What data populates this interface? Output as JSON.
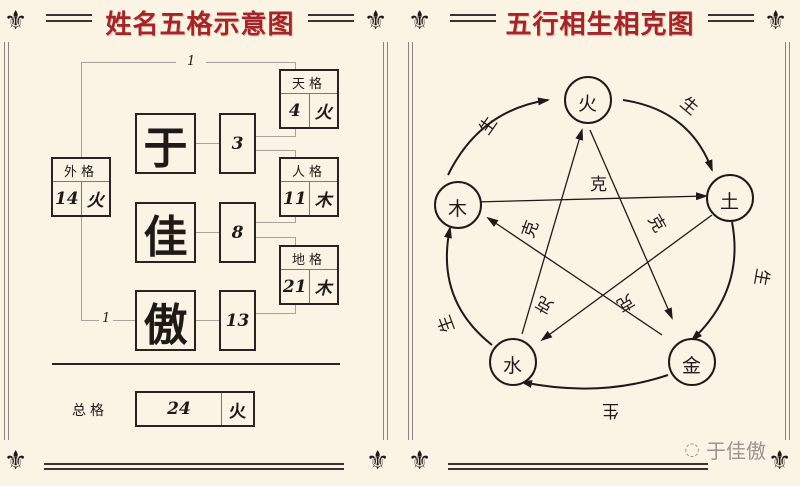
{
  "left_panel": {
    "title": "姓名五格示意图",
    "name_chars": [
      "于",
      "佳",
      "傲"
    ],
    "stroke_numbers": [
      "3",
      "8",
      "13"
    ],
    "top_connector_label": "1",
    "bottom_connector_label": "1",
    "grids": {
      "tian": {
        "label": "天格",
        "value": "4",
        "element": "火"
      },
      "ren": {
        "label": "人格",
        "value": "11",
        "element": "木"
      },
      "di": {
        "label": "地格",
        "value": "21",
        "element": "木"
      },
      "wai": {
        "label": "外格",
        "value": "14",
        "element": "火"
      }
    },
    "zong": {
      "label": "总格",
      "value": "24",
      "element": "火"
    }
  },
  "right_panel": {
    "title": "五行相生相克图",
    "elements": {
      "fire": "火",
      "earth": "土",
      "metal": "金",
      "water": "水",
      "wood": "木"
    },
    "sheng_label": "生",
    "ke_label": "克"
  },
  "watermark": {
    "text": "于佳傲",
    "icon": "wechat-icon"
  },
  "colors": {
    "title": "#a4242c",
    "background": "#fbf3e4",
    "ink": "#1e1a17"
  }
}
